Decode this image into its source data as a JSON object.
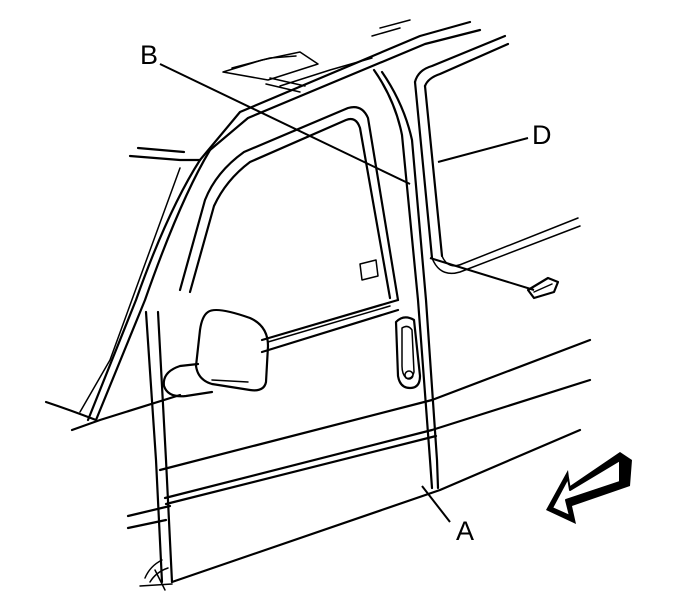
{
  "callouts": {
    "a": "A",
    "b": "B",
    "d": "D"
  },
  "icons": {
    "direction_arrow": "forward-direction-arrow-icon"
  }
}
